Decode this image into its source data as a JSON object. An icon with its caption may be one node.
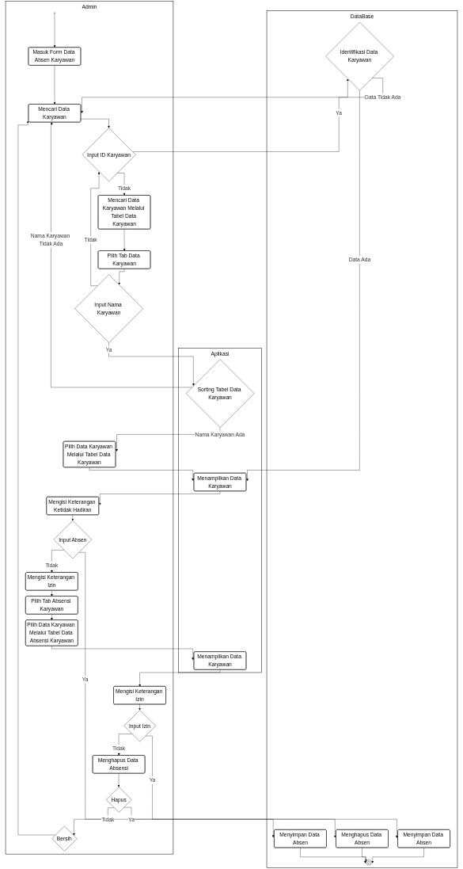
{
  "diagram": {
    "nodes": [
      {
        "text": [
          "DataBase"
        ]
      },
      {
        "text": [
          "Aplikasi"
        ]
      },
      {
        "text": [
          "Admin"
        ]
      },
      {
        "text": [],
        "shape": "circle",
        "in": 2
      },
      {
        "text": [
          "Masuk Form Data Absen Karyawan"
        ],
        "in": 2
      },
      {
        "text": [
          "Mencari Data Karyawan"
        ],
        "in": 2
      },
      {
        "text": [
          "Input ID Karyawan"
        ],
        "in": 2
      },
      {
        "text": [
          "Mencari Data Karyawan Melalui Tabel Data Karyawan"
        ],
        "in": 2
      },
      {
        "text": [
          "Pilih Tab Data Karyawan"
        ],
        "in": 2
      },
      {
        "text": [
          "Input Nama Karyawan"
        ],
        "in": 2
      },
      {
        "text": [
          "Pilih Data Karyawan Melalui Tabel Data Karyawan"
        ],
        "in": 2
      },
      {
        "text": [
          "Mengisi Keterangan Ketidak Hadiran"
        ],
        "in": 2
      },
      {
        "text": [
          "Input Absen"
        ],
        "in": 2
      },
      {
        "text": [
          "Mengisi Keterangan Izin"
        ],
        "in": 2
      },
      {
        "text": [
          "Pilih Tab Absensi Karyawan"
        ],
        "in": 2
      },
      {
        "text": [
          "Pilih Data Karyawan Melalui Tabel Data Absensi Karyawan"
        ],
        "in": 2
      },
      {
        "text": [
          "Mengisi Keterangan Izin"
        ],
        "in": 2
      },
      {
        "text": [
          "Input Izin"
        ],
        "in": 2
      },
      {
        "text": [
          "Menghapus Data Absensi"
        ],
        "in": 2
      },
      {
        "text": [
          "Hapus"
        ],
        "in": 2
      },
      {
        "text": [
          "Bersih"
        ],
        "in": 2
      },
      {
        "text": [
          "Sorting Tabel Data Karyawan"
        ],
        "in": 1
      },
      {
        "text": [
          "Menampilkan Data Karyawan"
        ],
        "in": 1
      },
      {
        "text": [
          "Menampilkan Data Karyawan"
        ],
        "in": 1
      },
      {
        "text": [
          "Identifikasi Data Karyawan"
        ],
        "in": 0
      },
      {
        "text": [
          "Menyimpan Data Absen"
        ],
        "in": 0
      },
      {
        "text": [
          "Menyimpan Data Absen"
        ],
        "in": 0
      },
      {
        "text": [
          "Menghapus Data Absen"
        ],
        "in": 0
      },
      {
        "text": [],
        "shape": "doublecircle",
        "in": 0
      }
    ],
    "edges": [
      {
        "from": 3,
        "to": 4,
        "arrow": "to"
      },
      {
        "from": 4,
        "to": 5,
        "arrow": "to"
      },
      {
        "from": 5,
        "to": 6,
        "arrow": "to"
      },
      {
        "from": 6,
        "to": 7,
        "label": "Tidak",
        "arrow": "to"
      },
      {
        "from": 7,
        "to": 8,
        "arrow": "to"
      },
      {
        "from": 8,
        "to": 9,
        "arrow": "to"
      },
      {
        "from": 9,
        "to": 6,
        "label": "Tidak",
        "arrow": "to"
      },
      {
        "from": 6,
        "to": 24,
        "label": "Ya",
        "arrow": "to"
      },
      {
        "from": 24,
        "to": 5,
        "label": "Data Tidak Ada",
        "arrow": "to"
      },
      {
        "from": 24,
        "to": 22,
        "label": "Data Ada",
        "arrow": "to"
      },
      {
        "from": 9,
        "to": 21,
        "label": "Ya",
        "arrow": "to"
      },
      {
        "from": 21,
        "to": 5,
        "label": "Nama Karyawan Tidak Ada",
        "arrow": "to"
      },
      {
        "from": 21,
        "to": 10,
        "label": "Nama Karyawan Ada",
        "arrow": "to"
      },
      {
        "from": 10,
        "to": 22,
        "arrow": "to"
      },
      {
        "from": 22,
        "to": 11,
        "arrow": "to"
      },
      {
        "from": 11,
        "to": 12,
        "arrow": "to"
      },
      {
        "from": 12,
        "to": 25,
        "label": "Ya",
        "arrow": "to"
      },
      {
        "from": 12,
        "to": 13,
        "label": "Tidak",
        "arrow": "to"
      },
      {
        "from": 13,
        "to": 14,
        "arrow": "to"
      },
      {
        "from": 14,
        "to": 15,
        "arrow": "to"
      },
      {
        "from": 15,
        "to": 23,
        "arrow": "to"
      },
      {
        "from": 23,
        "to": 16,
        "arrow": "to"
      },
      {
        "from": 16,
        "to": 17,
        "arrow": "to"
      },
      {
        "from": 17,
        "to": 26,
        "label": "Ya",
        "arrow": "to"
      },
      {
        "from": 17,
        "to": 18,
        "label": "Tidak",
        "arrow": "to"
      },
      {
        "from": 18,
        "to": 19,
        "arrow": "to"
      },
      {
        "from": 19,
        "to": 27,
        "label": "Ya",
        "arrow": "to"
      },
      {
        "from": 19,
        "to": 20,
        "label": "Tidak",
        "arrow": "to"
      },
      {
        "from": 20,
        "to": 5,
        "arrow": "to"
      },
      {
        "from": 25,
        "to": 28,
        "arrow": "to"
      },
      {
        "from": 26,
        "to": 28,
        "arrow": "to"
      },
      {
        "from": 27,
        "to": 28,
        "arrow": "to"
      }
    ]
  }
}
